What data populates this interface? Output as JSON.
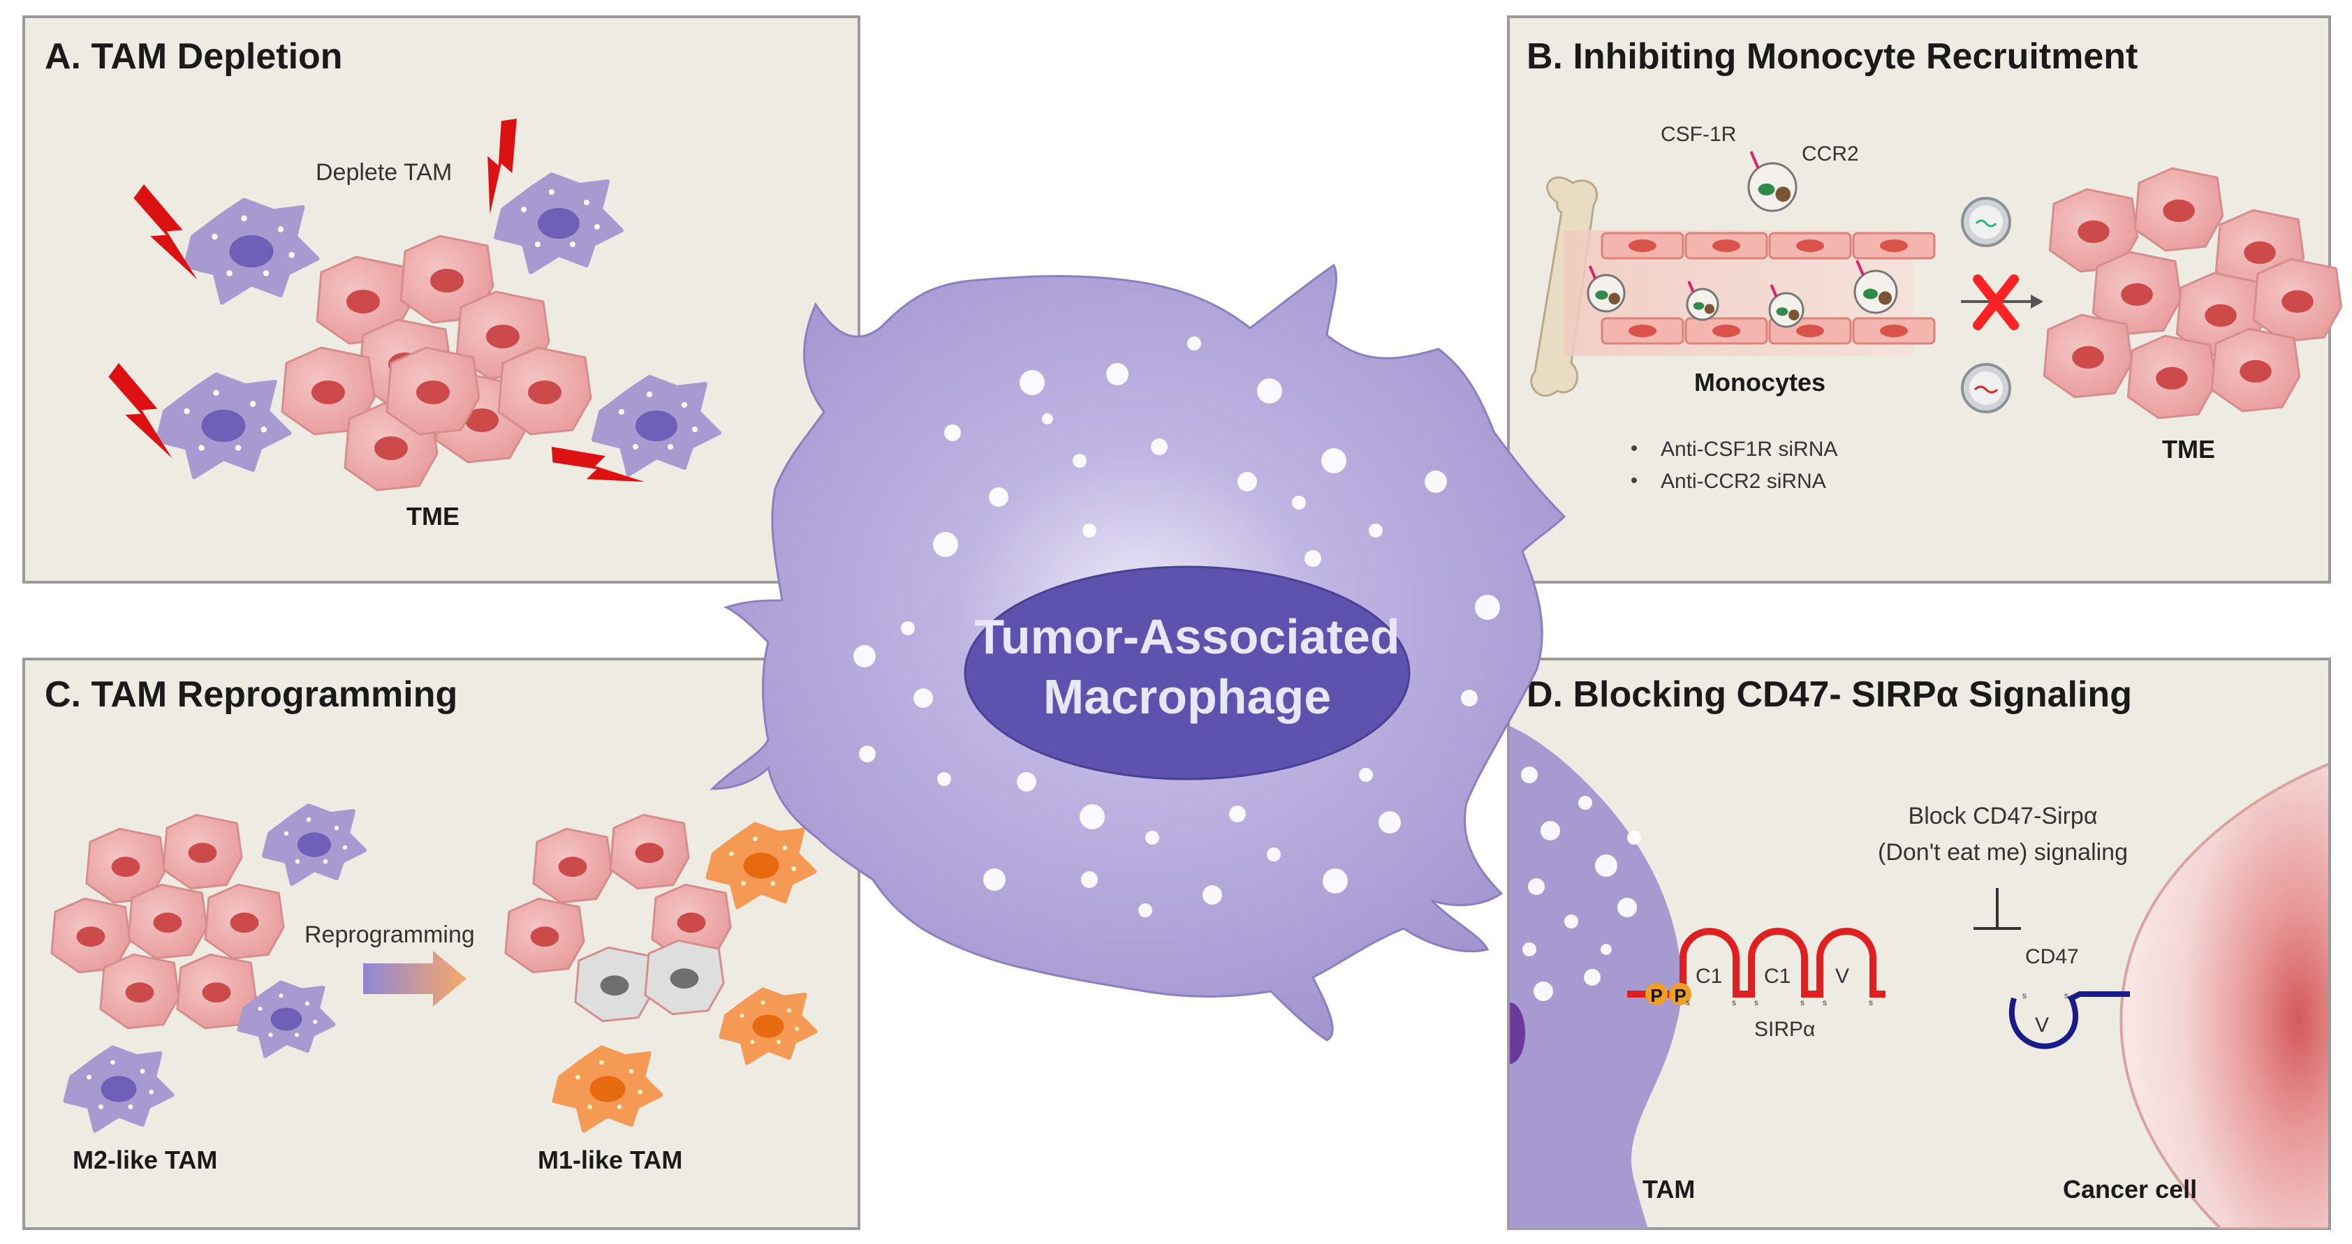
{
  "center": {
    "line1": "Tumor-Associated",
    "line2": "Macrophage"
  },
  "panels": {
    "a": {
      "title": "A. TAM Depletion",
      "deplete_label": "Deplete TAM",
      "tme_label": "TME"
    },
    "b": {
      "title": "B. Inhibiting Monocyte Recruitment",
      "csf1r_label": "CSF-1R",
      "ccr2_label": "CCR2",
      "monocytes_label": "Monocytes",
      "bullets": [
        "Anti-CSF1R siRNA",
        "Anti-CCR2 siRNA"
      ],
      "tme_label": "TME"
    },
    "c": {
      "title": "C. TAM Reprogramming",
      "reprogramming_label": "Reprogramming",
      "m2_label": "M2-like TAM",
      "m1_label": "M1-like TAM"
    },
    "d": {
      "title": "D. Blocking CD47- SIRPα Signaling",
      "block_line1": "Block CD47-Sirpα",
      "block_line2": "(Don't eat me) signaling",
      "cd47_label": "CD47",
      "sirpa_label": "SIRPα",
      "domain_c1a": "C1",
      "domain_c1b": "C1",
      "domain_v": "V",
      "cd47_v": "V",
      "p1": "P",
      "p2": "P",
      "disulfide": "s",
      "tam_label": "TAM",
      "cancer_label": "Cancer cell"
    }
  },
  "colors": {
    "panel_bg": "#eeebe3",
    "panel_border": "#9a9a9a",
    "macrophage": "#a79ad0",
    "nucleus": "#5a4fa8",
    "tumor_cell": "#eeaaaa",
    "tumor_nucleus": "#cc4444",
    "lightning": "#dd1111",
    "m1_orange": "#f59a55",
    "cross": "#ff2222",
    "sirpa_red": "#e02020",
    "cd47_blue": "#1a1a8a"
  }
}
